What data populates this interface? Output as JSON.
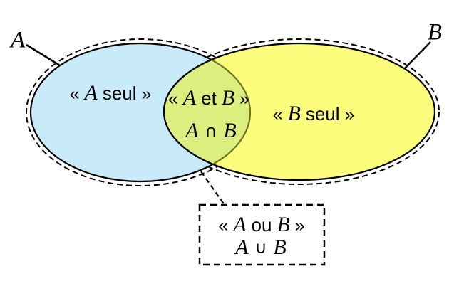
{
  "diagram": {
    "background": "#ffffff",
    "colors": {
      "set_a_fill": "#c9eaf8",
      "set_b_fill": "#fdfd7d",
      "intersection_fill": "#dcee7d",
      "intersection_arc": "#70701e",
      "outline": "#000000"
    },
    "set_a": {
      "label": "A",
      "region": {
        "open": "«",
        "var_a": "A",
        "word": "seul",
        "close": "»"
      }
    },
    "set_b": {
      "label": "B",
      "region": {
        "open": "«",
        "var_b": "B",
        "word": "seul",
        "close": "»"
      }
    },
    "intersection": {
      "caption": {
        "open": "«",
        "var_a": "A",
        "word": "et",
        "var_b": "B",
        "close": "»"
      },
      "formula": {
        "var_a": "A",
        "operator": "∩",
        "var_b": "B"
      }
    },
    "union": {
      "caption": {
        "open": "«",
        "var_a": "A",
        "word": "ou",
        "var_b": "B",
        "close": "»"
      },
      "formula": {
        "var_a": "A",
        "operator": "∪",
        "var_b": "B"
      }
    }
  }
}
